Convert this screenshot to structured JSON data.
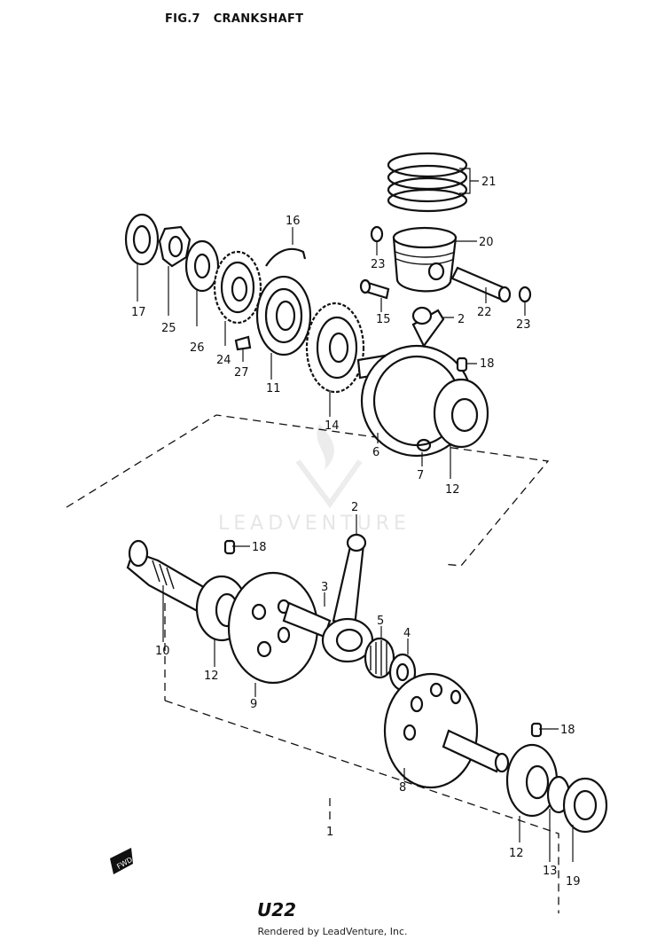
{
  "header": {
    "fig": "FIG.7",
    "title": "CRANKSHAFT"
  },
  "page_code": "U22",
  "footer": "Rendered by LeadVenture, Inc.",
  "watermark": "LEADVENTURE",
  "callouts": {
    "c21": "21",
    "c20": "20",
    "c22": "22",
    "c23a": "23",
    "c23b": "23",
    "c16": "16",
    "c17": "17",
    "c25": "25",
    "c26": "26",
    "c24": "24",
    "c27": "27",
    "c11": "11",
    "c15": "15",
    "c14": "14",
    "c2a": "2",
    "c18a": "18",
    "c6": "6",
    "c7": "7",
    "c12a": "12",
    "c2b": "2",
    "c18b": "18",
    "c3": "3",
    "c5": "5",
    "c4": "4",
    "c10": "10",
    "c12b": "12",
    "c9": "9",
    "c8": "8",
    "c18c": "18",
    "c12c": "12",
    "c13": "13",
    "c19": "19",
    "c1": "1"
  }
}
